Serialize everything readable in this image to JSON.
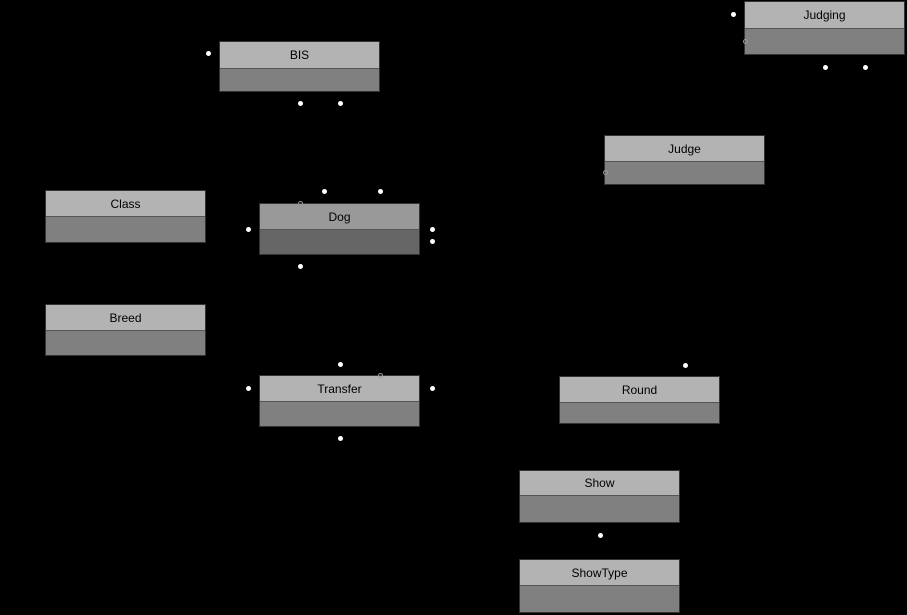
{
  "diagram": {
    "entities": {
      "judging": "Judging",
      "bis": "BIS",
      "judge": "Judge",
      "class": "Class",
      "dog": "Dog",
      "breed": "Breed",
      "transfer": "Transfer",
      "round": "Round",
      "show": "Show",
      "showtype": "ShowType"
    }
  }
}
